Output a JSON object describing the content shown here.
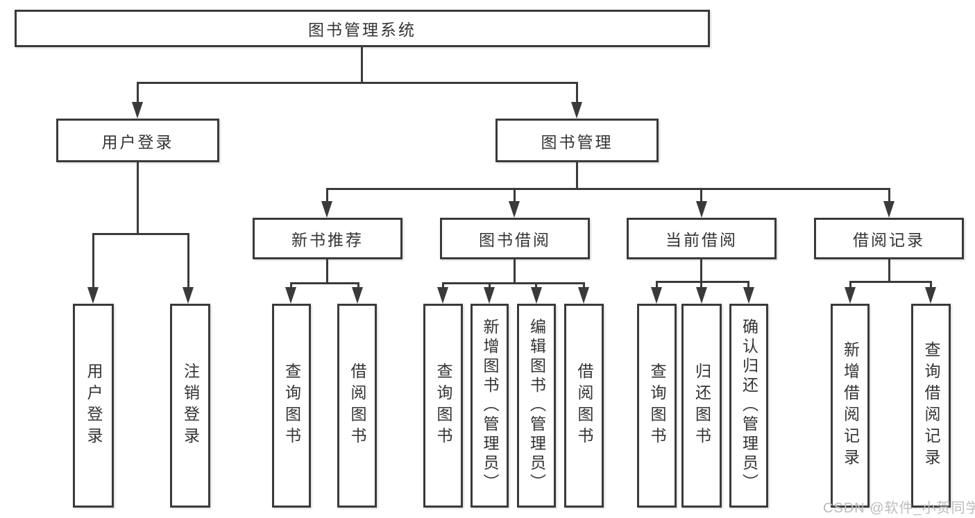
{
  "diagram": {
    "type": "hierarchy-tree",
    "orientation": "top-down"
  },
  "tree": {
    "root": {
      "label": "图书管理系统",
      "children": [
        {
          "label": "用户登录",
          "children": [
            {
              "label": "用户登录"
            },
            {
              "label": "注销登录"
            }
          ]
        },
        {
          "label": "图书管理",
          "children": [
            {
              "label": "新书推荐",
              "children": [
                {
                  "label": "查询图书"
                },
                {
                  "label": "借阅图书"
                }
              ]
            },
            {
              "label": "图书借阅",
              "children": [
                {
                  "label": "查询图书"
                },
                {
                  "label": "新增图书（管理员）"
                },
                {
                  "label": "编辑图书（管理员）"
                },
                {
                  "label": "借阅图书"
                }
              ]
            },
            {
              "label": "当前借阅",
              "children": [
                {
                  "label": "查询图书"
                },
                {
                  "label": "归还图书"
                },
                {
                  "label": "确认归还（管理员）"
                }
              ]
            },
            {
              "label": "借阅记录",
              "children": [
                {
                  "label": "新增借阅记录"
                },
                {
                  "label": "查询借阅记录"
                }
              ]
            }
          ]
        }
      ]
    }
  },
  "watermark": {
    "text": "CSDN @软件_小贺同学"
  },
  "colors": {
    "line": "#3a3a3a",
    "box_border": "#3a3a3a",
    "box_fill": "#ffffff",
    "text": "#333333",
    "watermark": "#bcbcbc",
    "background": "#ffffff"
  }
}
